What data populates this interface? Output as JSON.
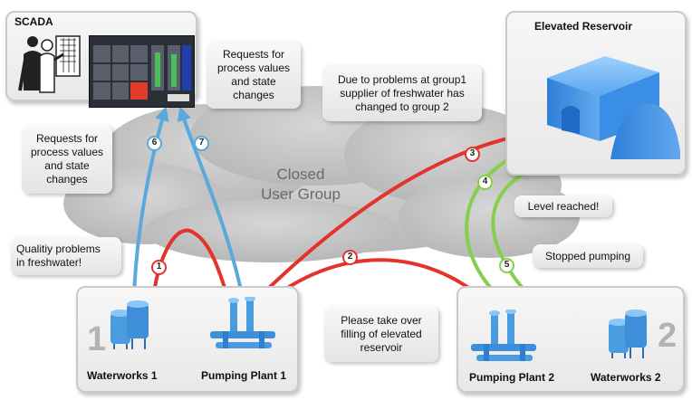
{
  "scada": {
    "title": "SCADA"
  },
  "reservoir": {
    "title": "Elevated Reservoir"
  },
  "cloud": {
    "line1": "Closed",
    "line2": "User Group"
  },
  "sites": {
    "waterworks1": {
      "label": "Waterworks 1",
      "number": "1"
    },
    "pumping1": {
      "label": "Pumping Plant 1"
    },
    "pumping2": {
      "label": "Pumping Plant 2"
    },
    "waterworks2": {
      "label": "Waterworks 2",
      "number": "2"
    }
  },
  "callouts": {
    "requests_top": {
      "lines": [
        "Requests for",
        "process values",
        "and state",
        "changes"
      ]
    },
    "requests_left": {
      "lines": [
        "Requests for",
        "process values",
        "and state",
        "changes"
      ]
    },
    "group_change": {
      "lines": [
        "Due to problems at group1",
        "supplier of freshwater has",
        "changed to group 2"
      ]
    },
    "quality": {
      "lines": [
        "Qualitiy problems",
        "in freshwater!"
      ]
    },
    "level": {
      "text": "Level reached!"
    },
    "stopped": {
      "text": "Stopped pumping"
    },
    "takeover": {
      "lines": [
        "Please take over",
        "filling of elevated",
        "reservoir"
      ]
    }
  },
  "steps": [
    "1",
    "2",
    "3",
    "4",
    "5",
    "6",
    "7"
  ],
  "colors": {
    "red": "#e3342b",
    "blue": "#5aa9dd",
    "green": "#86cf4c",
    "equipment": "#4a9be0",
    "cloud": "#bdbdbd",
    "reservoir": "#3a8fe3"
  },
  "icons": [
    "scada-operators-icon",
    "scada-screen-icon",
    "reservoir-building-icon",
    "tanks-icon",
    "pipe-manifold-icon"
  ]
}
